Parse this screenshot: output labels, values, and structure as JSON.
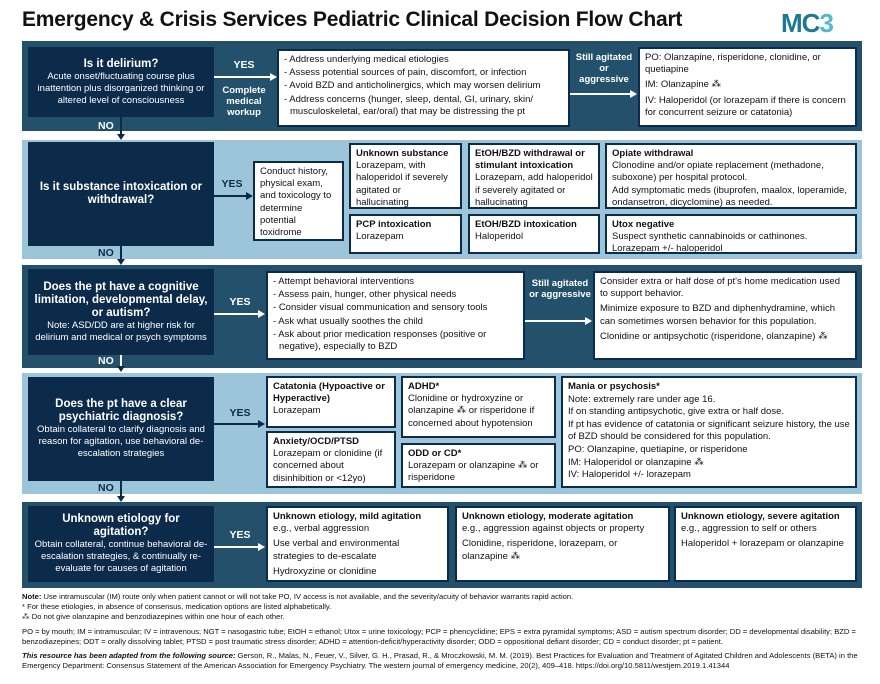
{
  "title": "Emergency & Crisis Services Pediatric Clinical Decision Flow Chart",
  "logo": {
    "a": "MC",
    "b": "3"
  },
  "yes": "YES",
  "no": "NO",
  "row1": {
    "q_title": "Is it delirium?",
    "q_desc": "Acute onset/fluctuating course plus inattention plus disorganized thinking or altered level of consciousness",
    "workup": "Complete medical workup",
    "bullets": [
      "Address underlying medical etiologies",
      "Assess potential sources of pain, discomfort, or infection",
      "Avoid BZD and anticholinergics, which may worsen delirium",
      "Address concerns (hunger, sleep, dental, GI, urinary, skin/ musculoskeletal, ear/oral) that may be distressing the pt"
    ],
    "still": "Still agitated or aggressive",
    "meds": [
      "PO: Olanzapine, risperidone, clonidine, or quetiapine",
      "IM: Olanzapine ⁂",
      "IV: Haloperidol (or lorazepam if there is concern for concurrent seizure or catatonia)"
    ]
  },
  "row2": {
    "q_title": "Is it substance intoxication or withdrawal?",
    "history": "Conduct history, physical exam, and toxicology to determine potential toxidrome",
    "unknown_h": "Unknown substance",
    "unknown_t": "Lorazepam, with haloperidol if severely agitated or hallucinating",
    "etoh_w_h": "EtOH/BZD withdrawal or stimulant intoxication",
    "etoh_w_t": "Lorazepam, add haloperidol if severely agitated or hallucinating",
    "opiate_h": "Opiate withdrawal",
    "opiate_t": "Clonodine and/or opiate replacement (methadone, suboxone) per hospital protocol.",
    "opiate_t2": "Add symptomatic meds (ibuprofen, maalox, loperamide, ondansetron, dicyclomine) as needed.",
    "pcp_h": "PCP intoxication",
    "pcp_t": "Lorazepam",
    "etoh_i_h": "EtOH/BZD intoxication",
    "etoh_i_t": "Haloperidol",
    "utox_h": "Utox negative",
    "utox_t": "Suspect synthetic cannabinoids or cathinones.",
    "utox_t2": "Lorazepam +/- haloperidol"
  },
  "row3": {
    "q_title": "Does the pt have a cognitive limitation, developmental delay, or autism?",
    "q_desc": "Note: ASD/DD are at higher risk for delirium and medical or psych symptoms",
    "bullets": [
      "Attempt behavioral interventions",
      "Assess pain, hunger, other physical needs",
      "Consider visual communication and sensory tools",
      "Ask what usually soothes the child",
      "Ask about prior medication responses (positive or negative), especially to BZD"
    ],
    "still": "Still agitated or aggressive",
    "meds": [
      "Consider extra or half dose of pt's home medication used to support behavior.",
      "Minimize exposure to BZD and diphenhydramine, which can sometimes worsen behavior for this population.",
      "Clonidine or antipsychotic (risperidone, olanzapine) ⁂"
    ]
  },
  "row4": {
    "q_title": "Does the pt have a clear psychiatric diagnosis?",
    "q_desc": "Obtain collateral to clarify diagnosis and reason for agitation, use behavioral de-escalation strategies",
    "cat_h": "Catatonia (Hypoactive or Hyperactive)",
    "cat_t": "Lorazepam",
    "anx_h": "Anxiety/OCD/PTSD",
    "anx_t": "Lorazepam or clonidine (if concerned about disinhibition or <12yo)",
    "adhd_h": "ADHD*",
    "adhd_t": "Clonidine or hydroxyzine or olanzapine ⁂ or risperidone if concerned about hypotension",
    "odd_h": "ODD or CD*",
    "odd_t": "Lorazepam or olanzapine ⁂ or risperidone",
    "mania_h": "Mania or psychosis*",
    "mania_lines": [
      "Note: extremely rare under age 16.",
      "If on standing antipsychotic, give extra or half dose.",
      "If pt has evidence of catatonia or significant seizure history, the use of BZD should be considered for this population.",
      "PO: Olanzapine, quetiapine, or risperidone",
      "IM: Haloperidol or olanzapine ⁂",
      "IV: Haloperidol +/- lorazepam"
    ]
  },
  "row5": {
    "q_title": "Unknown etiology for agitation?",
    "q_desc": "Obtain collateral, continue behavioral de-escalation strategies, & continually re-evaluate for causes of agitation",
    "mild_h": "Unknown etiology, mild agitation",
    "mild_lines": [
      "e.g., verbal aggression",
      "Use verbal and environmental strategies to de-escalate",
      "Hydroxyzine or clonidine"
    ],
    "mod_h": "Unknown etiology, moderate agitation",
    "mod_lines": [
      "e.g., aggression against objects or property",
      "Clonidine, risperidone, lorazepam, or olanzapine ⁂"
    ],
    "sev_h": "Unknown etiology, severe agitation",
    "sev_lines": [
      "e.g., aggression to self or others",
      "Haloperidol + lorazepam or olanzapine"
    ]
  },
  "footer": {
    "note_b": "Note:",
    "note": "Use intramuscular (IM) route only when patient cannot or will not take PO, IV access is not available, and the severity/acuity of behavior warrants rapid action.",
    "star": "* For these etiologies, in absence of consensus, medication options are listed alphabetically.",
    "ast": "⁂ Do not give olanzapine and benzodiazepines within one hour of each other.",
    "abbr": "PO = by mouth; IM = intramuscular; IV = intravenous; NGT = nasogastric tube; EtOH = ethanol; Utox = urine toxicology; PCP = phencyclidine; EPS = extra pyramidal symptoms; ASD = autism spectrum disorder; DD = developmental disability; BZD = benzodiazepines; ODT = orally dissolving tablet; PTSD = post traumatic stress disorder; ADHD = attention-deficit/hyperactivity disorder; ODD = oppositional defiant disorder; CD = conduct disorder; pt = patient.",
    "src_b": "This resource has been adapted from the following source:",
    "src": "Gerson, R., Malas, N., Feuer, V., Silver, G. H., Prasad, R., & Mroczkowski, M. M. (2019). Best Practices for Evaluation and Treatment of Agitated Children and Adolescents (BETA) in the Emergency Department: Consensus Statement of the American Association for Emergency Psychiatry. The western journal of emergency medicine, 20(2), 409–418. https://doi.org/10.5811/westjem.2019.1.41344"
  }
}
